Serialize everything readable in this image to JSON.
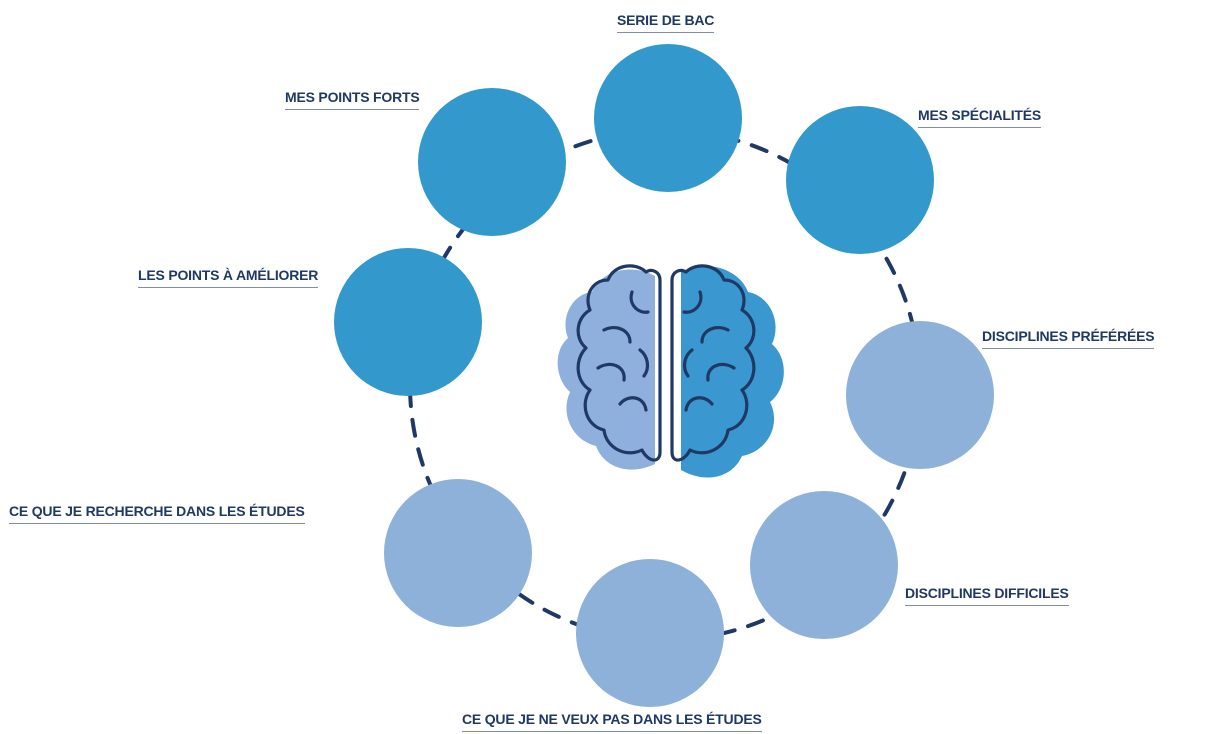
{
  "colors": {
    "dark_circle": "#3399cc",
    "light_circle": "#8eb1d9",
    "connector": "#1f3864",
    "label_text": "#1f3864",
    "brain_left": "#8fb0dc",
    "brain_right": "#3a97cf",
    "brain_outline": "#1f3864"
  },
  "center_icon": "brain-icon",
  "nodes": [
    {
      "label": "SERIE DE BAC",
      "shade": "dark"
    },
    {
      "label": "MES SPÉCIALITÉS",
      "shade": "dark"
    },
    {
      "label": "DISCIPLINES PRÉFÉRÉES",
      "shade": "light"
    },
    {
      "label": "DISCIPLINES DIFFICILES",
      "shade": "light"
    },
    {
      "label": "CE QUE JE NE VEUX PAS DANS LES ÉTUDES",
      "shade": "light"
    },
    {
      "label": "CE QUE JE RECHERCHE DANS LES ÉTUDES",
      "shade": "light"
    },
    {
      "label": "LES POINTS À AMÉLIORER",
      "shade": "dark"
    },
    {
      "label": "MES POINTS FORTS",
      "shade": "dark"
    }
  ]
}
